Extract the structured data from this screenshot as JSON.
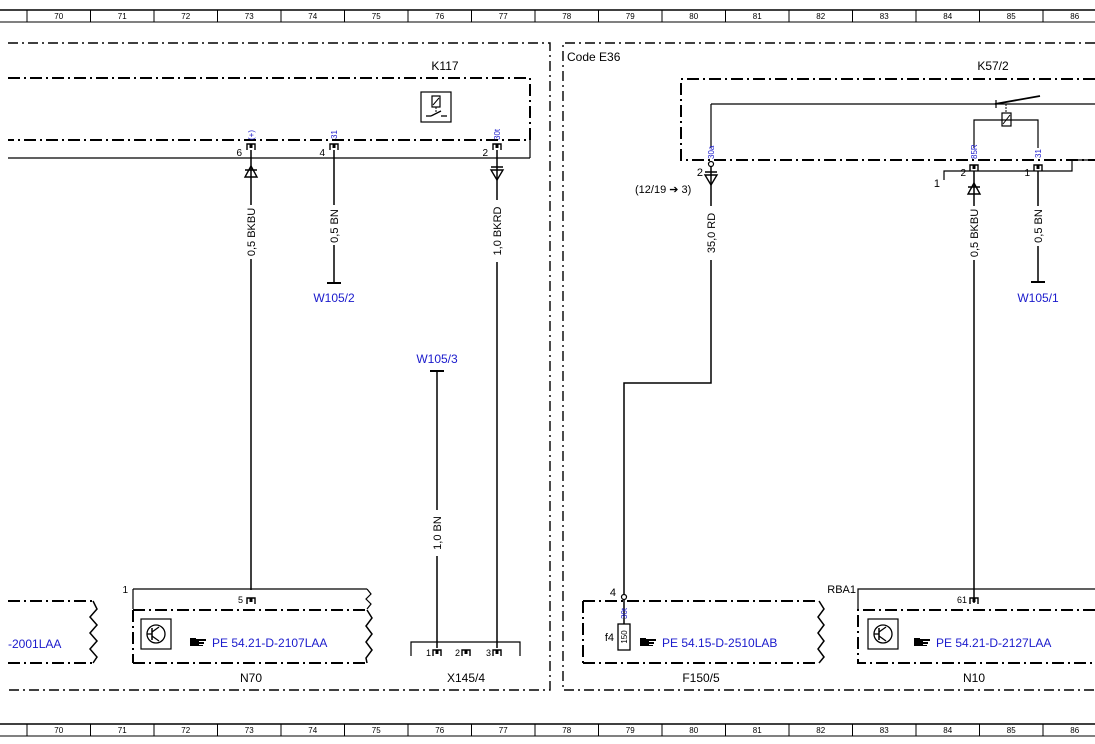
{
  "ruler": {
    "top": [
      "70",
      "71",
      "72",
      "73",
      "74",
      "75",
      "76",
      "77",
      "78",
      "79",
      "80",
      "81",
      "82",
      "83",
      "84",
      "85",
      "86"
    ],
    "bottom": [
      "70",
      "71",
      "72",
      "73",
      "74",
      "75",
      "76",
      "77",
      "78",
      "79",
      "80",
      "81",
      "82",
      "83",
      "84",
      "85",
      "86"
    ]
  },
  "left_section": {
    "component_k117": "K117",
    "pins": {
      "p6": "6",
      "p6_sig": "(+)",
      "p4": "4",
      "p4_sig": "31",
      "p2": "2",
      "p2_sig": "30t"
    },
    "wires": {
      "w1": "0,5 BKBU",
      "w2": "0,5 BN",
      "w3": "1,0 BKRD",
      "w4": "1,0 BN"
    },
    "grounds": {
      "g1": "W105/2",
      "g2": "W105/3"
    },
    "left_ref": "-2001LAA",
    "n70": {
      "pin_group": "1",
      "pin": "5",
      "ref": "PE 54.21-D-2107LAA",
      "label": "N70"
    },
    "x145": {
      "p1": "1",
      "p2": "2",
      "p3": "3",
      "label": "X145/4"
    }
  },
  "right_section": {
    "code": "Code E36",
    "component_k57": "K57/2",
    "pins": {
      "p2": "2",
      "p2_sig": "30a",
      "xref": "(12/19",
      "xref_tail": "3)",
      "r1": "1",
      "r2": "2",
      "r2_sig": "85R",
      "r3": "1",
      "r3_sig": "31"
    },
    "wires": {
      "w1": "35,0 RD",
      "w2": "0,5 BKBU",
      "w3": "0,5 BN"
    },
    "grounds": {
      "g1": "W105/1"
    },
    "f150": {
      "pin": "4",
      "fuse": "f4",
      "fuse_val": "150",
      "sig": "30t",
      "ref": "PE 54.15-D-2510LAB",
      "label": "F150/5"
    },
    "n10": {
      "rba": "RBA1",
      "pin": "61",
      "ref": "PE 54.21-D-2127LAA",
      "label": "N10"
    }
  },
  "colors": {
    "link": "#1a1acc",
    "line": "#000000"
  },
  "icons": [
    "relay-icon",
    "transistor-icon",
    "pointing-hand-icon",
    "fuse-icon",
    "ground-icon",
    "connector-icon"
  ]
}
